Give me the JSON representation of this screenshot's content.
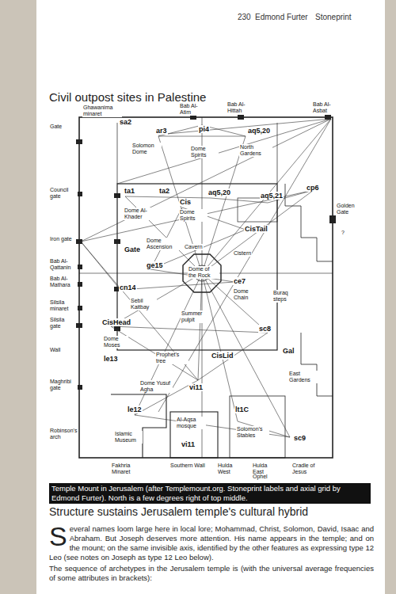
{
  "diagram": {
    "title": "Civil outpost sites in Palestine",
    "caption": "Temple Mount in Jerusalem (after Templemount.org. Stoneprint labels and axial grid by Edmond Furter). North is a few degrees right of top middle.",
    "labels": [
      "230",
      "Edmond Furter",
      "Stoneprint",
      "Gate",
      "Ghawanima minaret",
      "sa2",
      "Bab Al-Atim",
      "Bab Al-Hittah",
      "Bab Al-Asbat",
      "ar3",
      "pi4",
      "aq5,20",
      "Solomon Dome",
      "Dome Spirits",
      "North Gardens",
      "Council gate",
      "ta1",
      "ta2",
      "aq5,20",
      "aq5,21",
      "cp6",
      "Cis",
      "Dome Spirits",
      "Golden Gate",
      "?",
      "Dome Al-Khader",
      "Dome Ascension",
      "Cistern",
      "CisTail",
      "Iron gate",
      "Gate",
      "Cavern",
      "Dome of the Rock",
      "ge15",
      "Bab Al-Qattanin",
      "Bab Al-Mathara",
      "cn14",
      "Sebil Kaitbay",
      "ce7",
      "Dome Chain",
      "Buraq steps",
      "Silsila minaret",
      "Silsila gate",
      "CisHead",
      "Dome Moses",
      "Summer pulpit",
      "sc8",
      "Gal",
      "le13",
      "Prophet's tree",
      "CisLid",
      "East Gardens",
      "Wall",
      "Maghribi gate",
      "vi11",
      "Dome Yusuf Agha",
      "le12",
      "Islamic Museum",
      "Al-Aqsa mosque",
      "vi11",
      "lt1C",
      "Solomon's Stables",
      "sc9",
      "Robinson's arch",
      "Fakhria Minaret",
      "Southern Wall",
      "Hulda West",
      "Hulda East",
      "Cradle of Jesus",
      "Ophel",
      "Structure sustains Jerusalem temple's cultural hybrid",
      "Several names loom large here in local lore; Mohammad, Christ, Solomon, David, Isaac and Abraham. But Joseph deserves more attention. His name appears in the temple; and on the mount; on the same invisible axis, identified by the other features as expressing type 12 Leo (see notes on Joseph as type 12 Leo below).",
      "The sequence of archetypes in the Jerusalem temple is (with the universal average frequencies of some attributes in brackets):"
    ]
  }
}
